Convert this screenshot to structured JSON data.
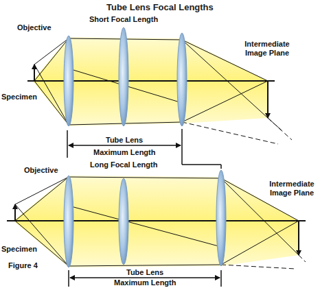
{
  "diagram": {
    "title": "Tube Lens Focal Lengths",
    "labels": [
      "Objective",
      "Short Focal Length",
      "Intermediate Image Plane",
      "Specimen",
      "Tube Lens",
      "Maximum Length",
      "Objective",
      "Long Focal Length",
      "Intermediate Image Plane",
      "Specimen",
      "Figure 4",
      "Tube Lens",
      "Maximum Length"
    ]
  }
}
